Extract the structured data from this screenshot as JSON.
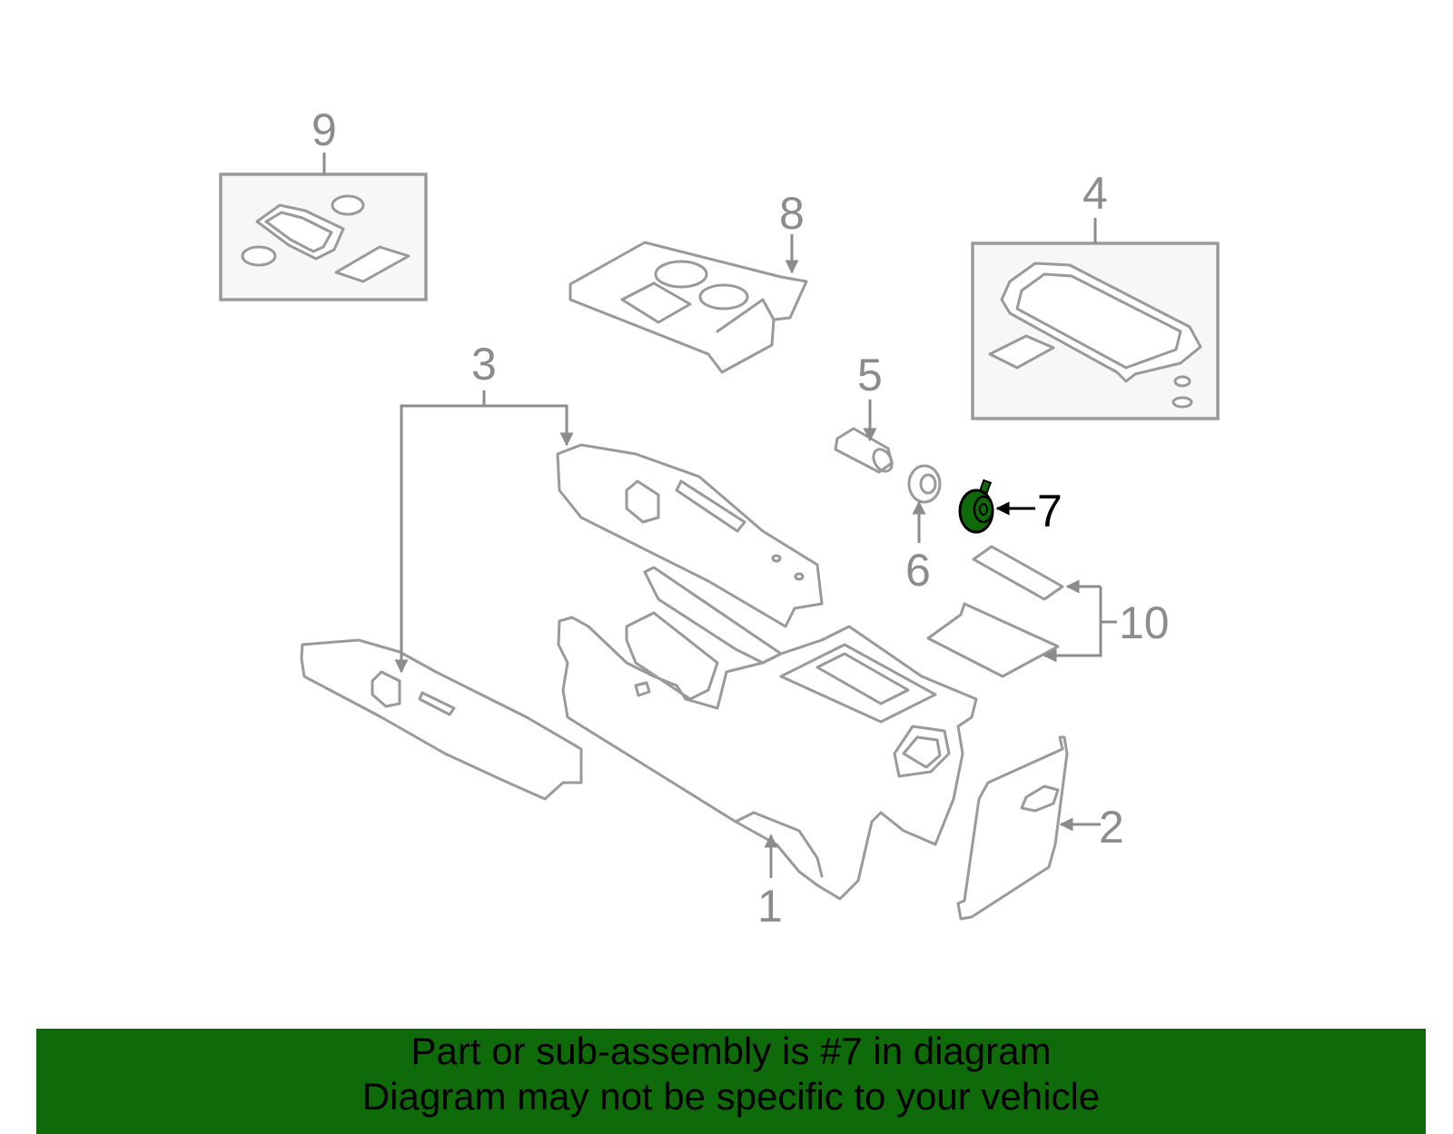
{
  "diagram": {
    "callouts": [
      {
        "id": "1",
        "label": "1"
      },
      {
        "id": "2",
        "label": "2"
      },
      {
        "id": "3",
        "label": "3"
      },
      {
        "id": "4",
        "label": "4"
      },
      {
        "id": "5",
        "label": "5"
      },
      {
        "id": "6",
        "label": "6"
      },
      {
        "id": "7",
        "label": "7"
      },
      {
        "id": "8",
        "label": "8"
      },
      {
        "id": "9",
        "label": "9"
      },
      {
        "id": "10",
        "label": "10"
      }
    ],
    "highlighted_part": "7",
    "colors": {
      "line": "#9a9a9a",
      "highlight": "#0f6a0a",
      "banner": "#0f6a0a",
      "box_fill": "#f7f7f7"
    }
  },
  "banner": {
    "line1": "Part or sub-assembly is #7 in diagram",
    "line2": "Diagram may not be specific to your vehicle"
  }
}
